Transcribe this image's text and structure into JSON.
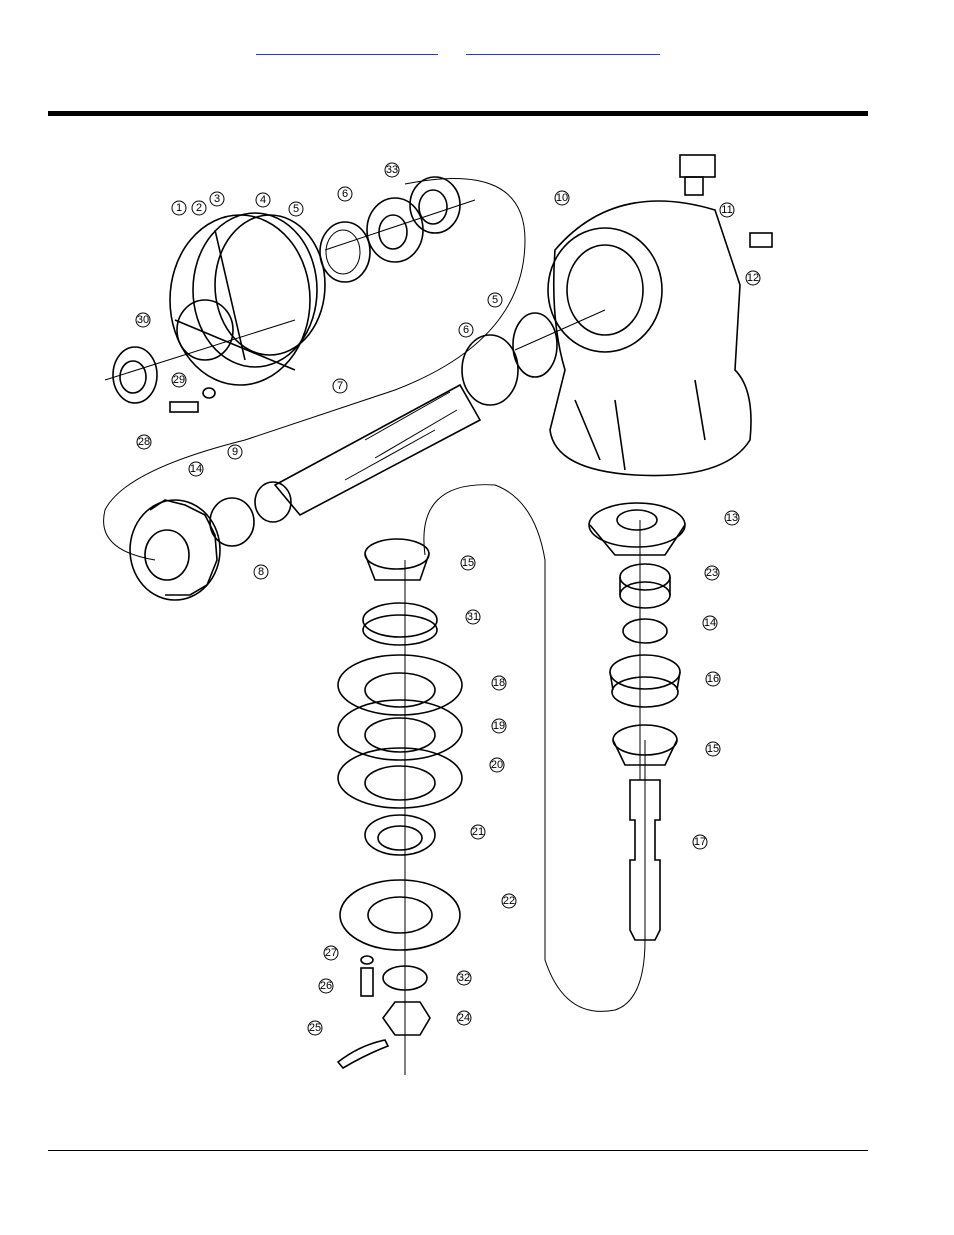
{
  "header": {
    "link_left": "",
    "link_right": ""
  },
  "diagram": {
    "callouts": [
      "1",
      "2",
      "3",
      "4",
      "5",
      "6",
      "33",
      "30",
      "29",
      "28",
      "7",
      "14",
      "9",
      "8",
      "10",
      "11",
      "12",
      "5",
      "6",
      "13",
      "23",
      "14",
      "16",
      "15",
      "17",
      "15",
      "31",
      "18",
      "19",
      "20",
      "21",
      "22",
      "27",
      "26",
      "32",
      "24",
      "25"
    ]
  }
}
